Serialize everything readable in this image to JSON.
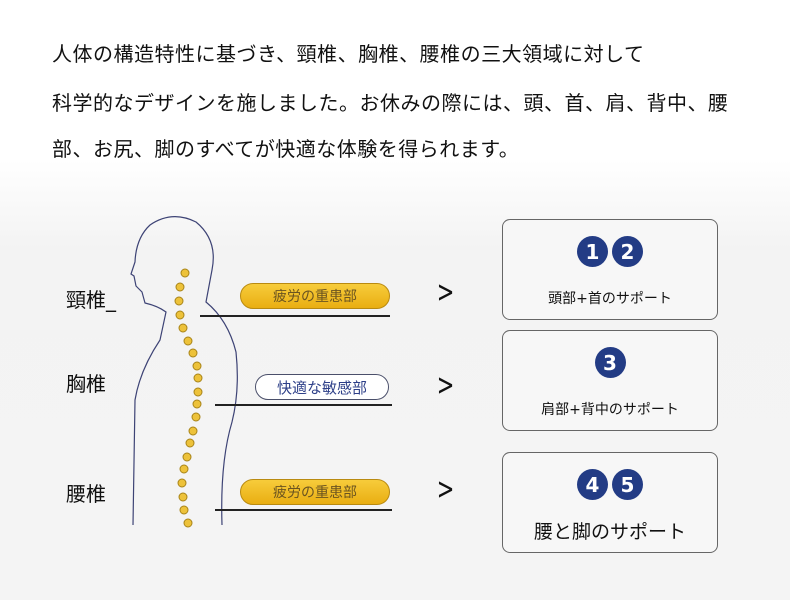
{
  "intro": [
    "人体の構造特性に基づき、頸椎、胸椎、腰椎の三大領域に対して",
    "科学的なデザインを施しました。お休みの際には、頭、首、肩、背中、腰",
    "部、お尻、脚のすべてが快適な体験を得られます。"
  ],
  "labels": {
    "neck": "頸椎_",
    "thoracic": "胸椎",
    "lumbar": "腰椎"
  },
  "pills": {
    "top": "疲労の重患部",
    "middle": "快適な敏感部",
    "bottom": "疲労の重患部"
  },
  "boxes": [
    {
      "badges": [
        "1",
        "2"
      ],
      "text": "頭部+首のサポート"
    },
    {
      "badges": [
        "3"
      ],
      "text": "肩部+背中のサポート"
    },
    {
      "badges": [
        "4",
        "5"
      ],
      "text": "腰と脚のサポート"
    }
  ],
  "colors": {
    "badge": "#233c85",
    "pill": "#f0bd25"
  }
}
